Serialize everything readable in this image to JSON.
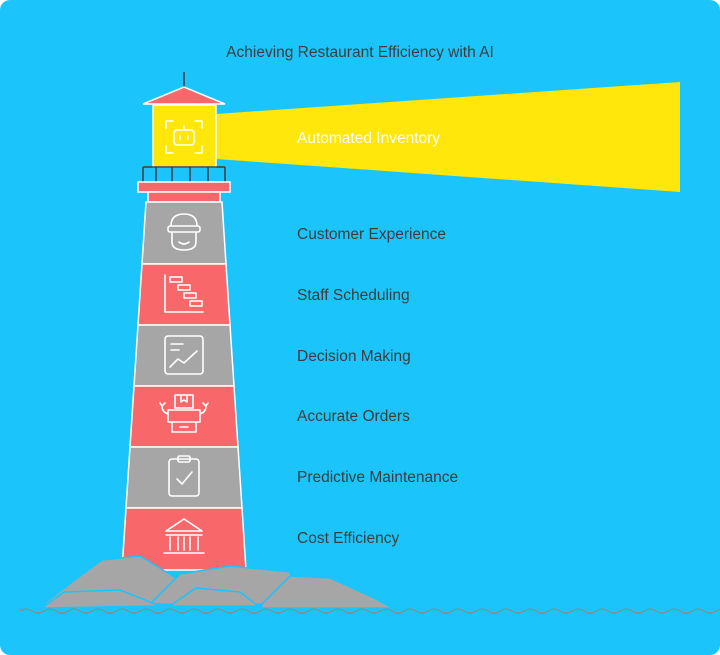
{
  "title": "Achieving Restaurant Efficiency with AI",
  "colors": {
    "background": "#1bc5fb",
    "beam": "#ffe60b",
    "red_band": "#f8686a",
    "gray_band": "#a6a6a6",
    "rocks": "#a6a6a6",
    "label_text": "#3c3c3c",
    "label_on_beam": "#ffffff"
  },
  "beam_label": "Automated Inventory",
  "beam_icon": "robot-icon",
  "bands": [
    {
      "label": "Customer Experience",
      "icon": "waiter-face-icon",
      "color": "gray"
    },
    {
      "label": "Staff Scheduling",
      "icon": "gantt-chart-icon",
      "color": "red"
    },
    {
      "label": "Decision Making",
      "icon": "trend-chart-icon",
      "color": "gray"
    },
    {
      "label": "Accurate Orders",
      "icon": "order-robot-icon",
      "color": "red"
    },
    {
      "label": "Predictive Maintenance",
      "icon": "clipboard-check-icon",
      "color": "gray"
    },
    {
      "label": "Cost Efficiency",
      "icon": "bank-icon",
      "color": "red"
    }
  ]
}
